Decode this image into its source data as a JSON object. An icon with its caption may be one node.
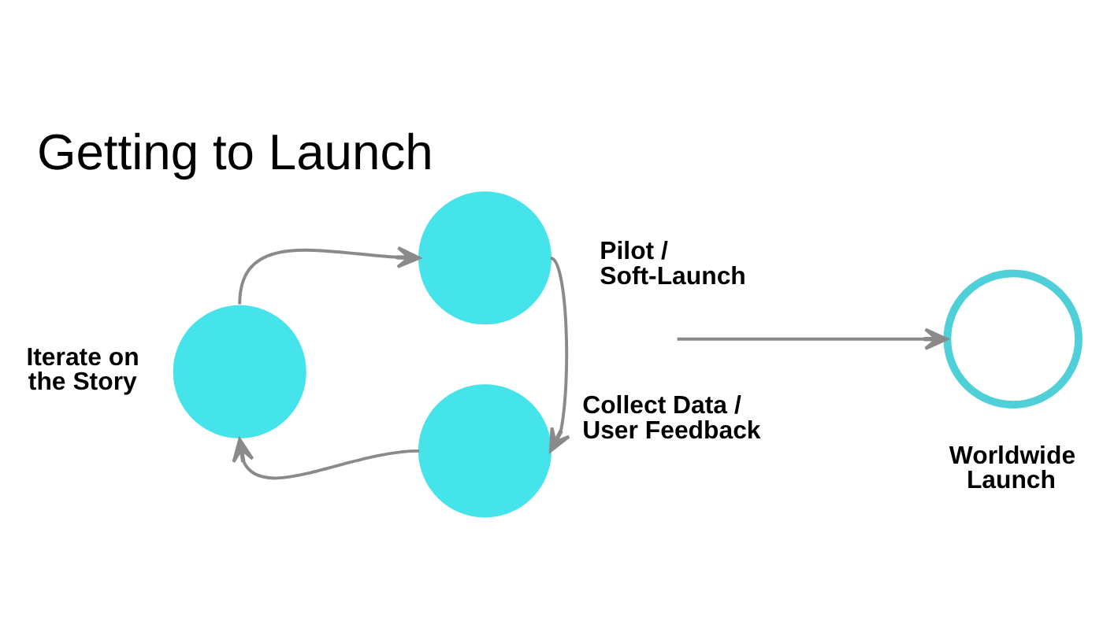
{
  "diagram": {
    "title": "Getting to Launch",
    "nodes": [
      {
        "text": [],
        "shape": "circle",
        "beside": [
          "Pilot / Soft-Launch"
        ]
      },
      {
        "text": [],
        "shape": "circle",
        "beside": [
          "Iterate on the Story"
        ]
      },
      {
        "text": [],
        "shape": "circle",
        "beside": [
          "Collect Data / User Feedback"
        ]
      },
      {
        "text": [],
        "shape": "circle",
        "beside": [
          "Worldwide Launch"
        ]
      }
    ],
    "edges": [
      {
        "from": 1,
        "to": 0,
        "arrow": "to"
      },
      {
        "from": 0,
        "to": 2,
        "arrow": "to"
      },
      {
        "from": 2,
        "to": 1,
        "arrow": "to"
      },
      {
        "from": null,
        "to": 3,
        "arrow": "to"
      }
    ]
  }
}
